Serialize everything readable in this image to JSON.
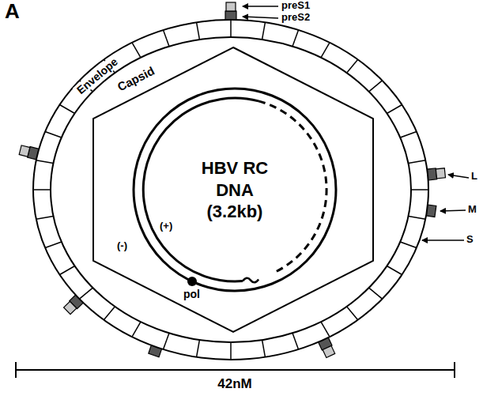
{
  "diagram": {
    "nodes": [
      {
        "text": [
          "Envelope"
        ]
      },
      {
        "text": [
          "Capsid"
        ],
        "in": 0
      },
      {
        "text": [
          "HBV RC DNA (3.2kb)"
        ],
        "in": 1
      }
    ],
    "labels": [
      "A",
      "preS1",
      "preS2",
      "L",
      "M",
      "S",
      "(-)",
      "(+)",
      "pol",
      "42nM"
    ]
  }
}
